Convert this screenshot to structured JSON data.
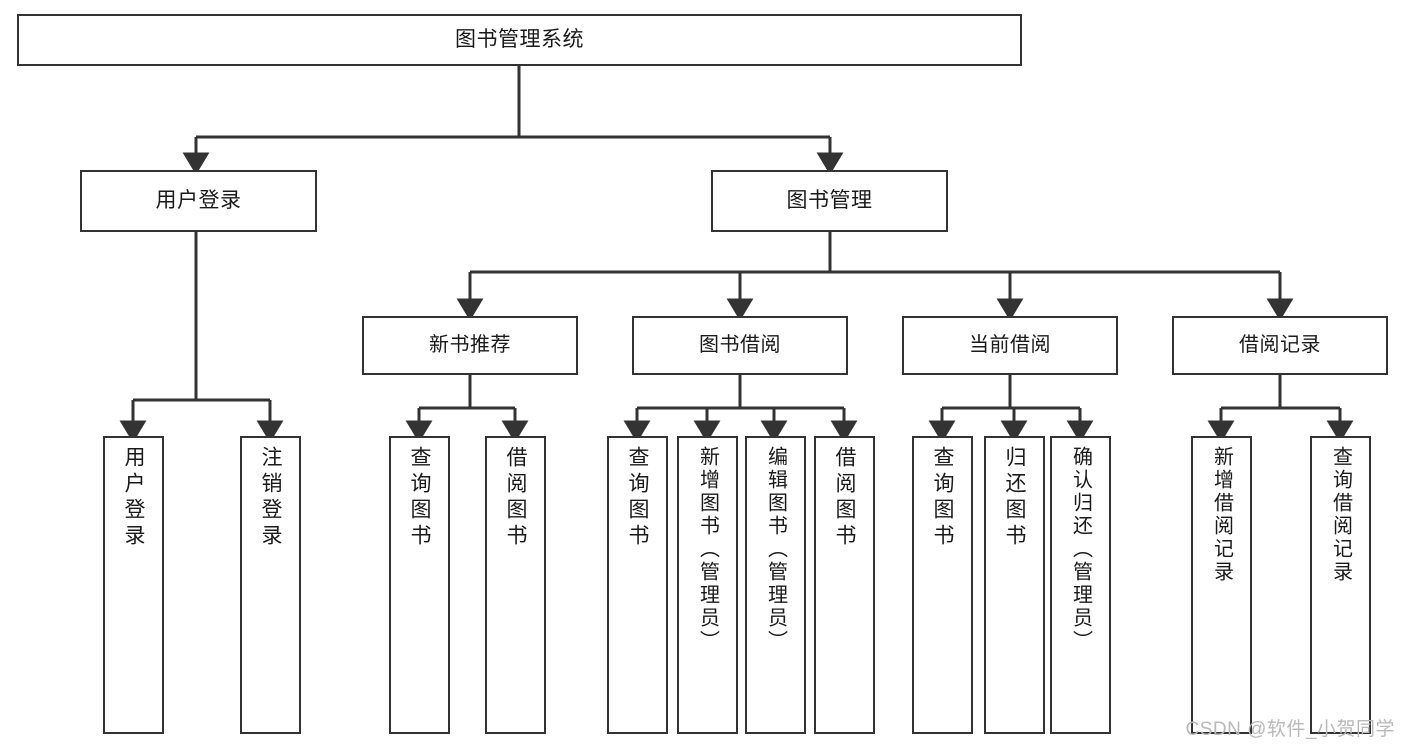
{
  "diagram": {
    "title": "图书管理系统",
    "type": "tree-hierarchy",
    "watermark": "CSDN @软件_小贺同学",
    "colors": {
      "box_border": "#333333",
      "box_fill": "#ffffff",
      "edge": "#333333",
      "text": "#1a1a1a",
      "watermark": "#b9b9b9"
    },
    "root": {
      "id": "root",
      "label": "图书管理系统"
    },
    "level2": [
      {
        "id": "user-login",
        "label": "用户登录"
      },
      {
        "id": "book-management",
        "label": "图书管理"
      }
    ],
    "level3": [
      {
        "id": "new-book-recommend",
        "label": "新书推荐",
        "parent": "book-management"
      },
      {
        "id": "book-borrow",
        "label": "图书借阅",
        "parent": "book-management"
      },
      {
        "id": "current-borrow",
        "label": "当前借阅",
        "parent": "book-management"
      },
      {
        "id": "borrow-record",
        "label": "借阅记录",
        "parent": "book-management"
      }
    ],
    "leaves": [
      {
        "id": "leaf-user-login",
        "label": "用户登录",
        "parent": "user-login"
      },
      {
        "id": "leaf-logout-login",
        "label": "注销登录",
        "parent": "user-login"
      },
      {
        "id": "leaf-query-book-1",
        "label": "查询图书",
        "parent": "new-book-recommend"
      },
      {
        "id": "leaf-borrow-book-1",
        "label": "借阅图书",
        "parent": "new-book-recommend"
      },
      {
        "id": "leaf-query-book-2",
        "label": "查询图书",
        "parent": "book-borrow"
      },
      {
        "id": "leaf-add-book",
        "label": "新增图书（管理员）",
        "parent": "book-borrow"
      },
      {
        "id": "leaf-edit-book",
        "label": "编辑图书（管理员）",
        "parent": "book-borrow"
      },
      {
        "id": "leaf-borrow-book-2",
        "label": "借阅图书",
        "parent": "book-borrow"
      },
      {
        "id": "leaf-query-book-3",
        "label": "查询图书",
        "parent": "current-borrow"
      },
      {
        "id": "leaf-return-book",
        "label": "归还图书",
        "parent": "current-borrow"
      },
      {
        "id": "leaf-confirm-return",
        "label": "确认归还（管理员）",
        "parent": "current-borrow"
      },
      {
        "id": "leaf-add-record",
        "label": "新增借阅记录",
        "parent": "borrow-record"
      },
      {
        "id": "leaf-query-record",
        "label": "查询借阅记录",
        "parent": "borrow-record"
      }
    ]
  }
}
